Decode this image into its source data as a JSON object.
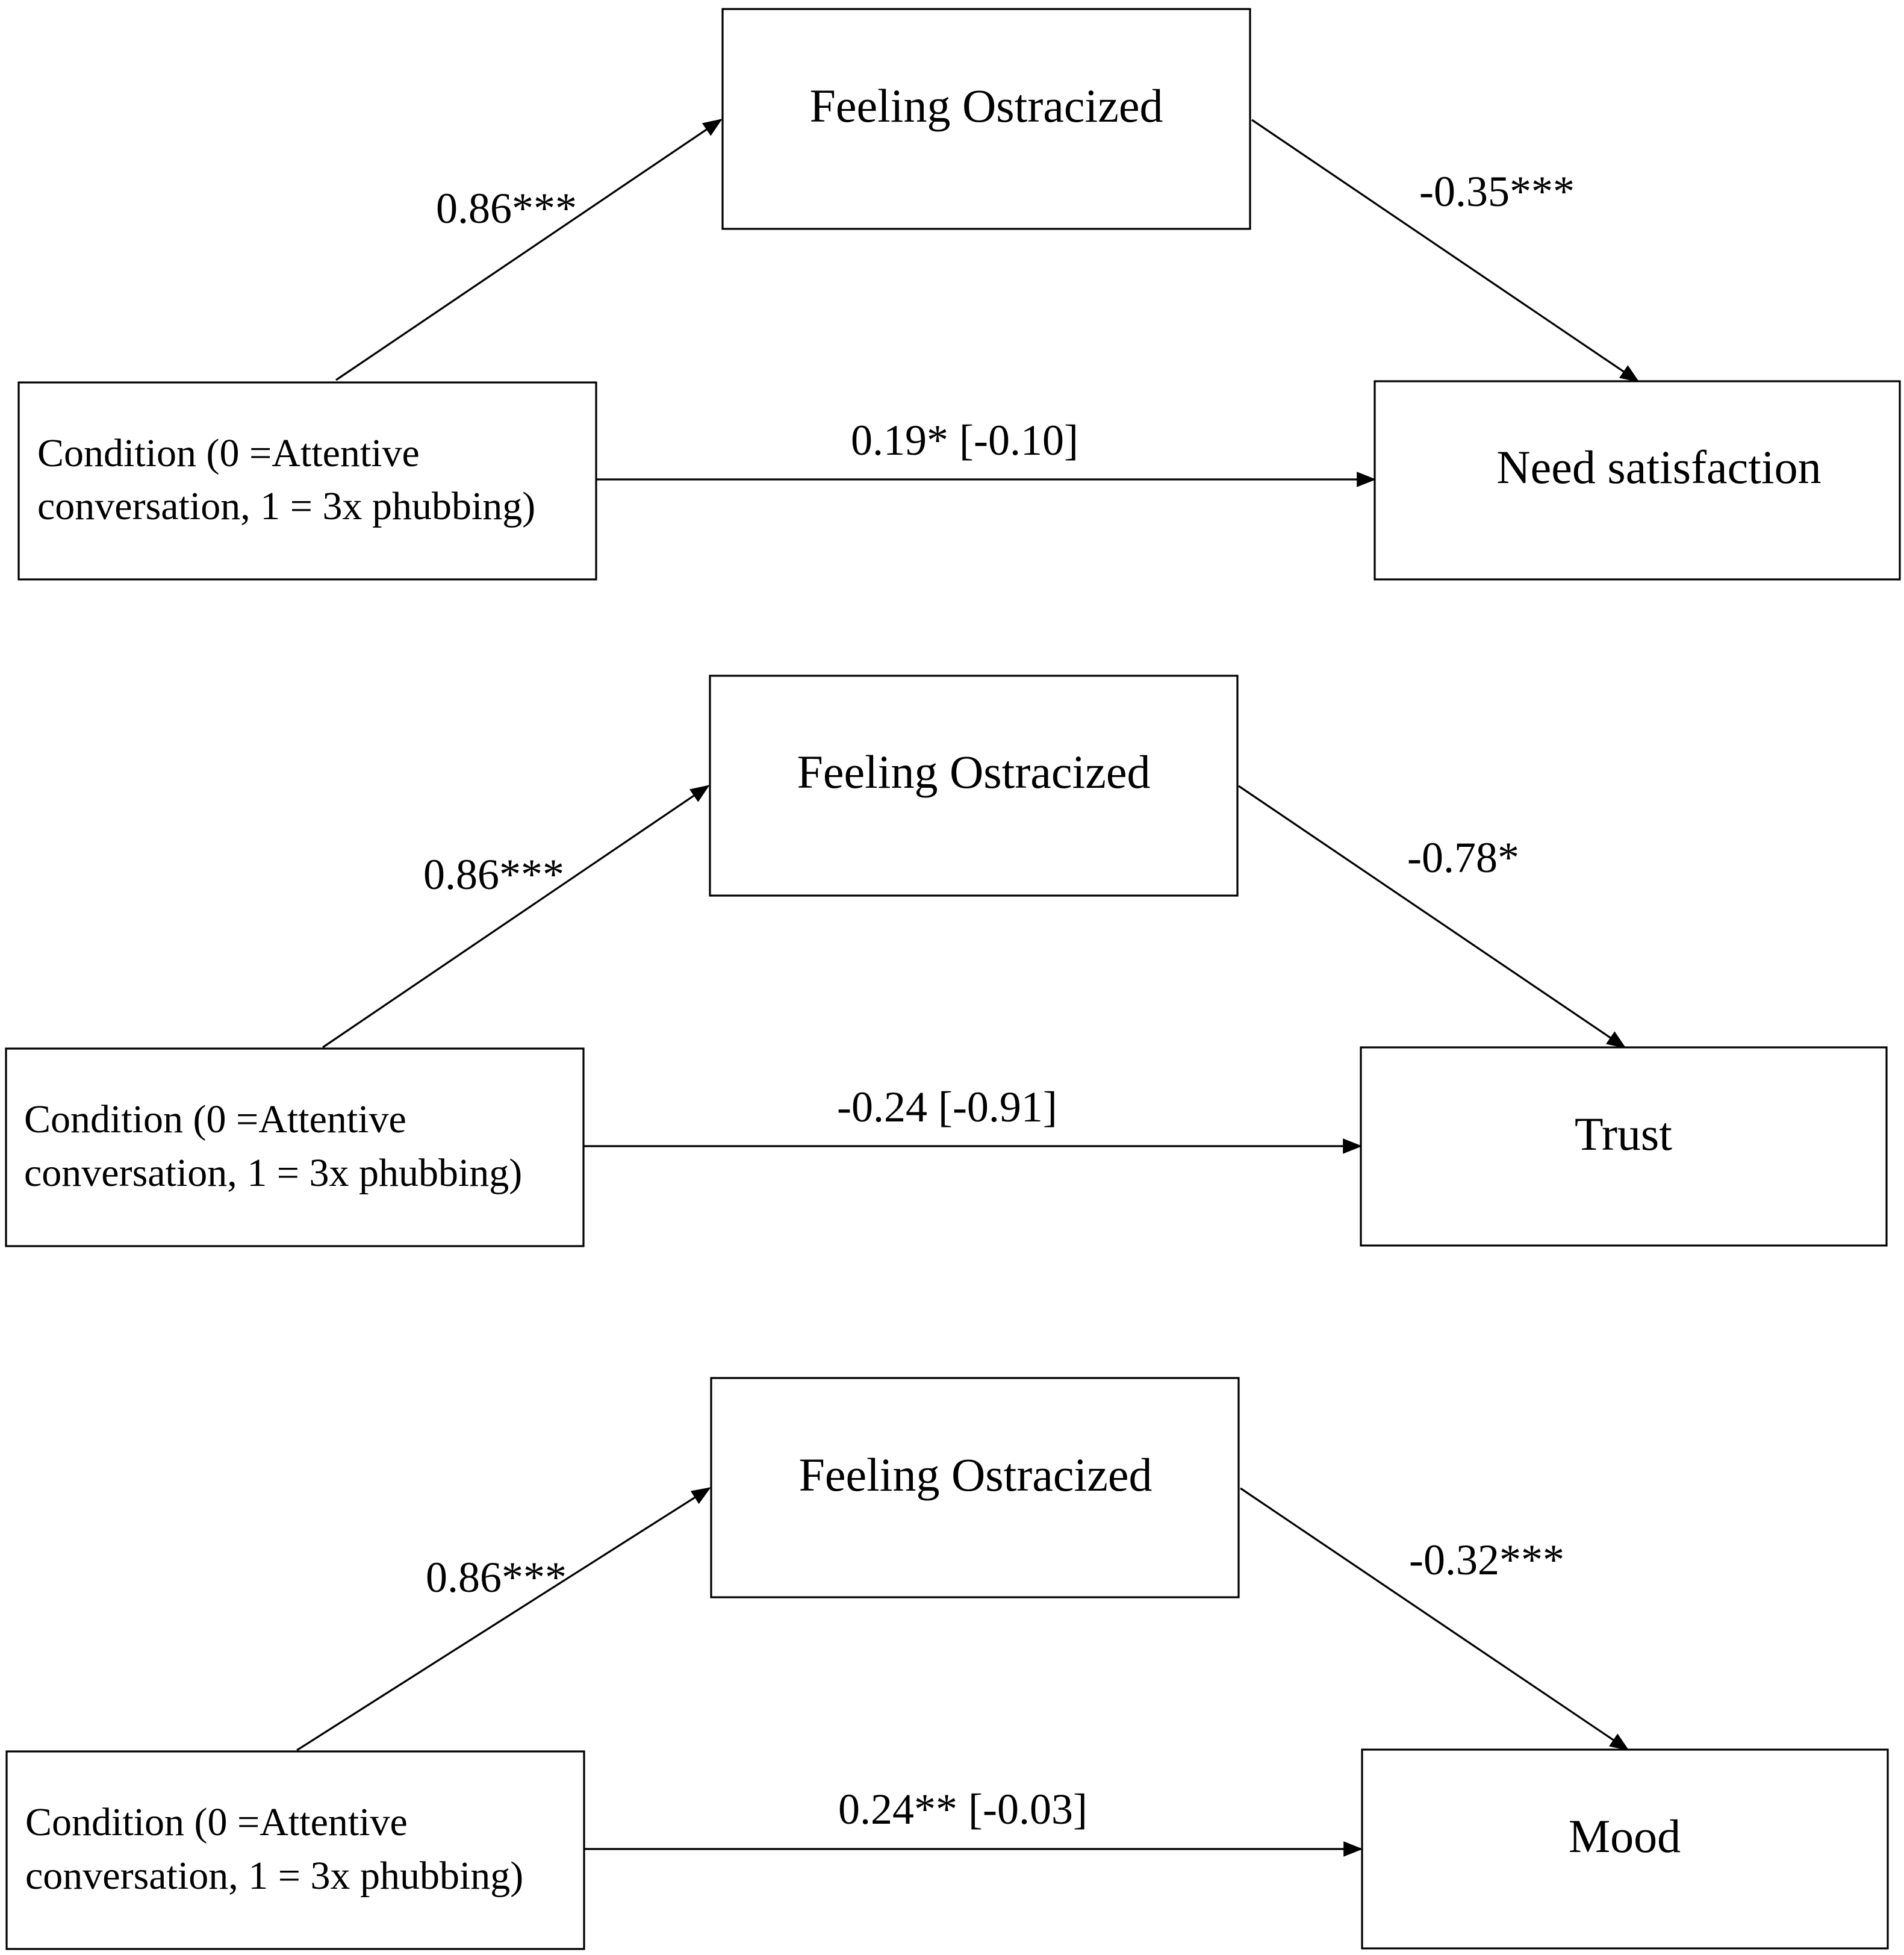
{
  "panels": [
    {
      "predictor": {
        "line1": "Condition (0 =Attentive",
        "line2": "conversation, 1 = 3x phubbing)"
      },
      "mediator": "Feeling Ostracized",
      "outcome": "Need satisfaction",
      "path_a": "0.86***",
      "path_b": "-0.35***",
      "path_c": "0.19* [-0.10]"
    },
    {
      "predictor": {
        "line1": "Condition (0 =Attentive",
        "line2": "conversation, 1 = 3x phubbing)"
      },
      "mediator": "Feeling Ostracized",
      "outcome": "Trust",
      "path_a": "0.86***",
      "path_b": "-0.78*",
      "path_c": "-0.24 [-0.91]"
    },
    {
      "predictor": {
        "line1": "Condition (0 =Attentive",
        "line2": "conversation, 1 = 3x phubbing)"
      },
      "mediator": "Feeling Ostracized",
      "outcome": "Mood",
      "path_a": "0.86***",
      "path_b": "-0.32***",
      "path_c": "0.24** [-0.03]"
    }
  ]
}
